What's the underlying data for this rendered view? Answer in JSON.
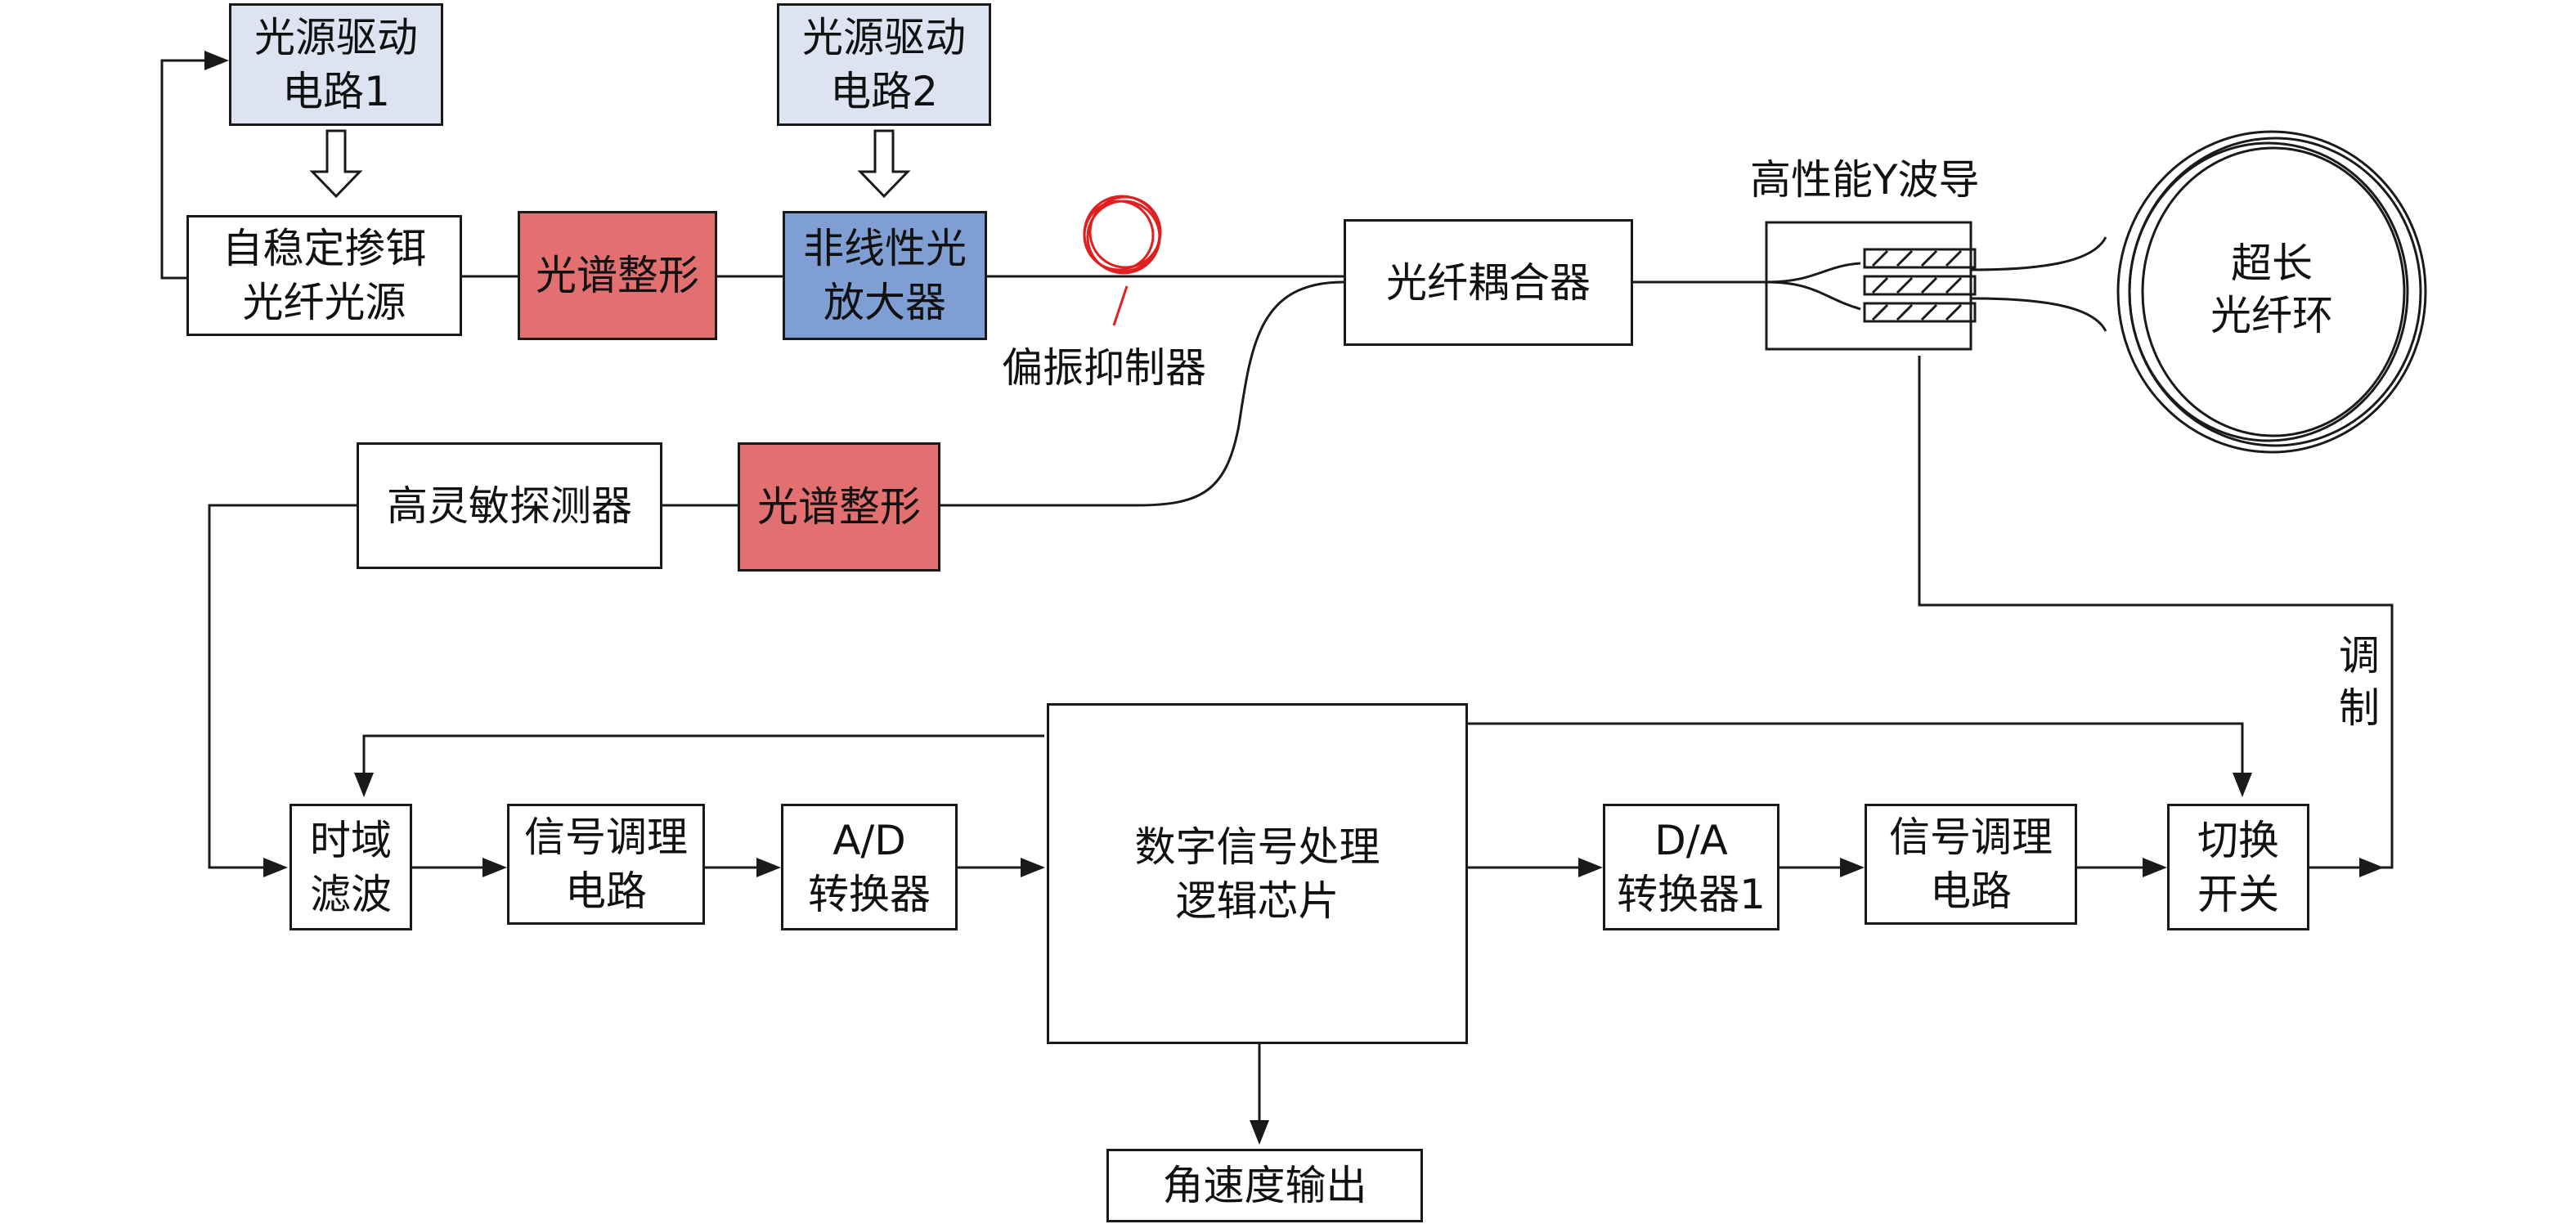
{
  "blocks": {
    "drive1": [
      "光源驱动",
      "电路1"
    ],
    "drive2": [
      "光源驱动",
      "电路2"
    ],
    "source": [
      "自稳定掺铒",
      "光纤光源"
    ],
    "shaper_top": [
      "光谱整形"
    ],
    "amplifier": [
      "非线性光",
      "放大器"
    ],
    "coupler": [
      "光纤耦合器"
    ],
    "detector": [
      "高灵敏探测器"
    ],
    "shaper_bottom": [
      "光谱整形"
    ],
    "time_filter": [
      "时域",
      "滤波"
    ],
    "cond_left": [
      "信号调理",
      "电路"
    ],
    "adc": [
      "A/D",
      "转换器"
    ],
    "dsp": [
      "数字信号处理",
      "逻辑芯片"
    ],
    "dac": [
      "D/A",
      "转换器1"
    ],
    "cond_right": [
      "信号调理",
      "电路"
    ],
    "switch": [
      "切换",
      "开关"
    ],
    "output": [
      "角速度输出"
    ]
  },
  "labels": {
    "polarizer": "偏振抑制器",
    "y_waveguide": "高性能Y波导",
    "fiber_ring": [
      "超长",
      "光纤环"
    ],
    "modulation": [
      "调",
      "制"
    ]
  },
  "colors": {
    "drive_fill": "#dde3f1",
    "shaper_fill": "#e37070",
    "amplifier_fill": "#7f9fd4",
    "polarizer_coil": "#e02020",
    "line": "#1a1a1a"
  },
  "icons": [
    "hollow-down-arrow-icon",
    "fiber-coil-icon",
    "y-waveguide-chip-icon",
    "fiber-ring-icon"
  ]
}
